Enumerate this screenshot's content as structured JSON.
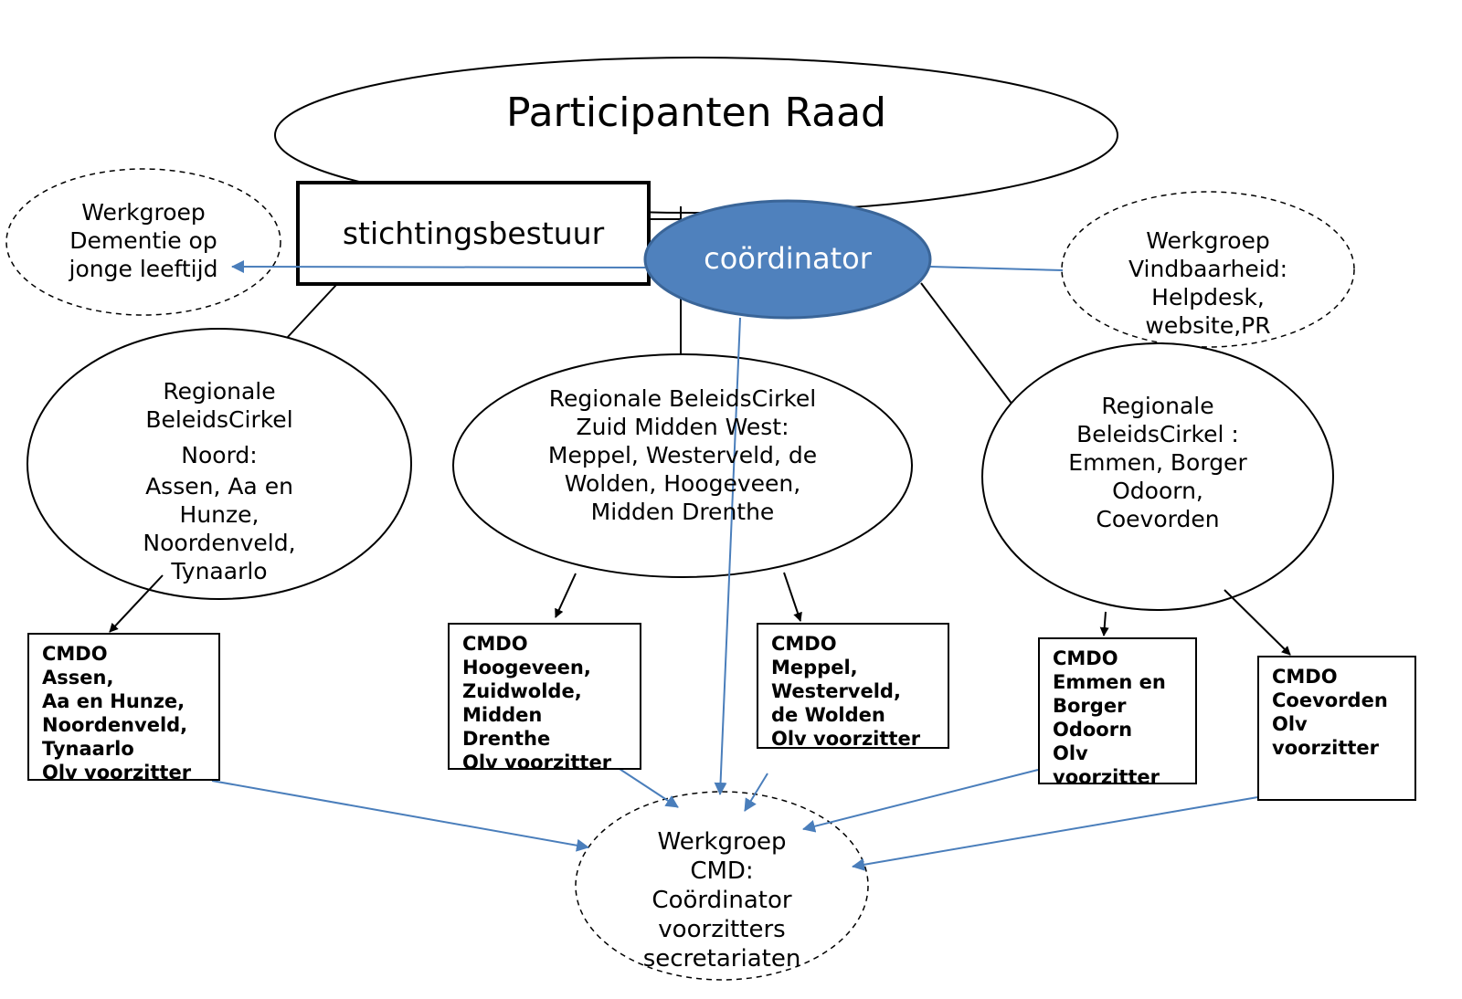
{
  "colors": {
    "accent": "#4a7ebb",
    "coordinator_fill": "#4f81bd",
    "coordinator_stroke": "#3a6598",
    "line": "#000000"
  },
  "nodes": {
    "raad": {
      "label": "Participanten Raad"
    },
    "bestuur": {
      "label": "stichtingsbestuur"
    },
    "coordinator": {
      "label": "coördinator"
    },
    "wg_dementie": {
      "lines": [
        "Werkgroep",
        "Dementie op",
        "jonge leeftijd"
      ]
    },
    "wg_vindbaarheid": {
      "lines": [
        "Werkgroep",
        "Vindbaarheid:",
        "Helpdesk,",
        "website,PR"
      ]
    },
    "rbc_noord": {
      "lines": [
        "Regionale",
        "BeleidsCirkel",
        "Noord:",
        "Assen, Aa en",
        "Hunze,",
        "Noordenveld,",
        "Tynaarlo"
      ]
    },
    "rbc_zmw": {
      "lines": [
        "Regionale BeleidsCirkel",
        "Zuid Midden West:",
        "Meppel, Westerveld, de",
        "Wolden, Hoogeveen,",
        "Midden Drenthe"
      ]
    },
    "rbc_oost": {
      "lines": [
        "Regionale",
        "BeleidsCirkel :",
        "Emmen, Borger",
        "Odoorn,",
        "Coevorden"
      ]
    },
    "cmdo_assen": {
      "lines": [
        "CMDO",
        "Assen,",
        "Aa en Hunze,",
        "Noordenveld,",
        "Tynaarlo",
        "Olv voorzitter"
      ]
    },
    "cmdo_hoogeveen": {
      "lines": [
        "CMDO",
        "Hoogeveen,",
        "Zuidwolde,",
        "Midden",
        "Drenthe",
        "Olv voorzitter"
      ]
    },
    "cmdo_meppel": {
      "lines": [
        "CMDO",
        "Meppel,",
        "Westerveld,",
        "de Wolden",
        "Olv voorzitter"
      ]
    },
    "cmdo_emmen": {
      "lines": [
        "CMDO",
        "Emmen en",
        "Borger",
        "Odoorn",
        "Olv",
        "voorzitter"
      ]
    },
    "cmdo_coevorden": {
      "lines": [
        "CMDO",
        "Coevorden",
        "Olv",
        "voorzitter"
      ]
    },
    "wg_cmd": {
      "lines": [
        "Werkgroep",
        "CMD:",
        "Coördinator",
        "voorzitters",
        "secretariaten"
      ]
    }
  }
}
